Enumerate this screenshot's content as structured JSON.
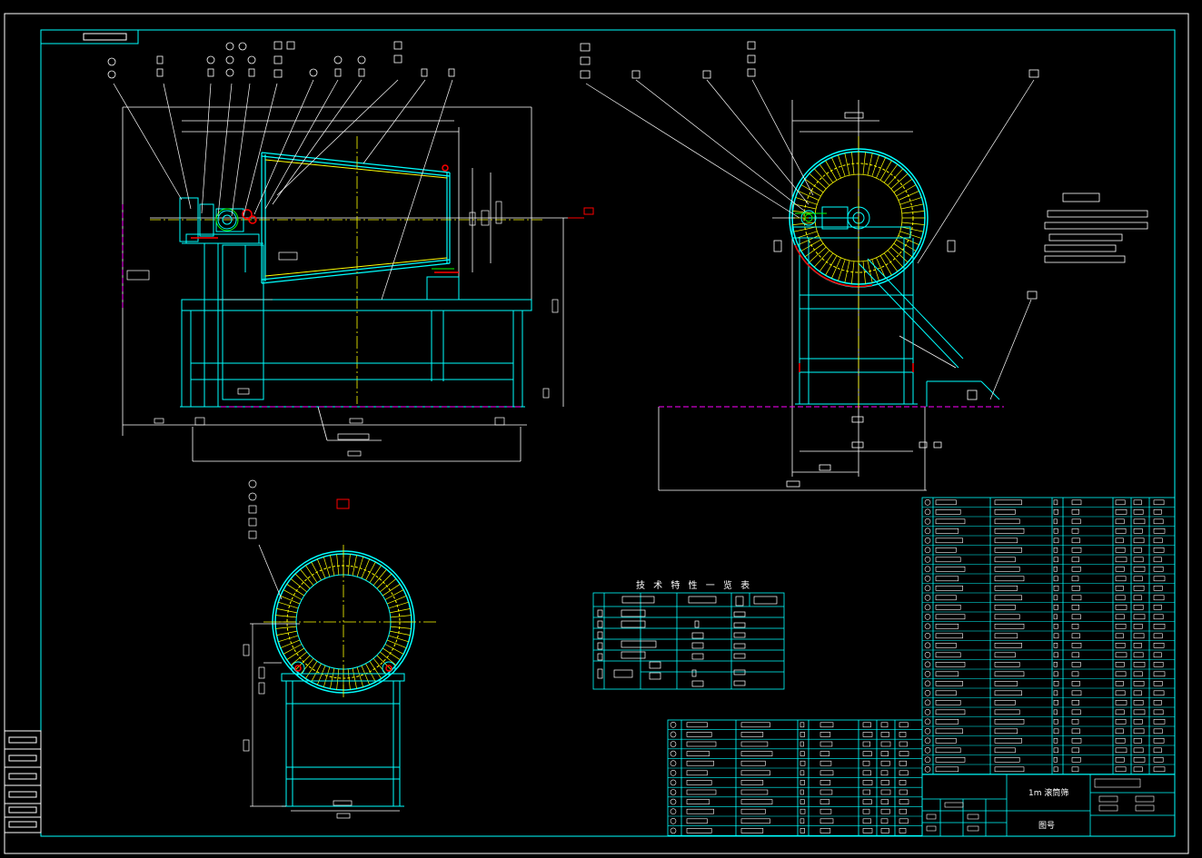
{
  "drawing": {
    "main_title": "1m 滚筒筛",
    "subtitle": "图号",
    "spec_table_title": "技 术 特 性 一 览 表"
  },
  "colors": {
    "background": "#000000",
    "frame": "#ffffff",
    "cyan": "#00ffff",
    "yellow": "#ffff00",
    "green": "#00ff00",
    "red": "#ff0000",
    "magenta": "#ff00ff"
  }
}
